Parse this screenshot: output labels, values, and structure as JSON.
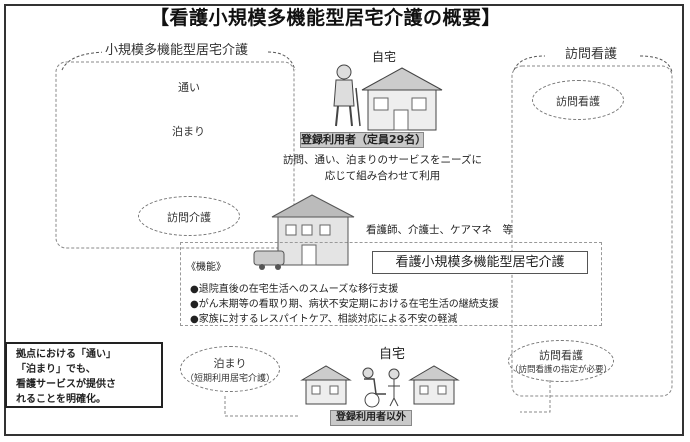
{
  "title": "【看護小規模多機能型居宅介護の概要】",
  "groups": {
    "small_multifunction": "小規模多機能型居宅介護",
    "home_nursing": "訪問看護"
  },
  "left_services": {
    "day_visit": "通い",
    "overnight": "泊まり",
    "home_care": "訪問介護"
  },
  "right_services": {
    "home_nursing": "訪問看護"
  },
  "home_top": "自宅",
  "registered_users": "登録利用者（定員29名）",
  "combine_text": {
    "line1": "訪問、通い、泊まりのサービスをニーズに",
    "line2": "応じて組み合わせて利用"
  },
  "staff_text": "看護師、介護士、ケアマネ　等",
  "service_name": "看護小規模多機能型居宅介護",
  "function_label": "《機能》",
  "functions": [
    "●退院直後の在宅生活へのスムーズな移行支援",
    "●がん末期等の看取り期、病状不安定期における在宅生活の継続支援",
    "●家族に対するレスパイトケア、相談対応による不安の軽減"
  ],
  "note": {
    "line1": "拠点における「通い」",
    "line2": "「泊まり」でも、",
    "line3": "看護サービスが提供さ",
    "line4": "れることを明確化。"
  },
  "bottom_left": {
    "title": "泊まり",
    "subtitle": "（短期利用居宅介護）"
  },
  "home_bottom": "自宅",
  "non_registered": "登録利用者以外",
  "bottom_right": {
    "title": "訪問看護",
    "subtitle": "（訪問看護の指定が必要）"
  }
}
